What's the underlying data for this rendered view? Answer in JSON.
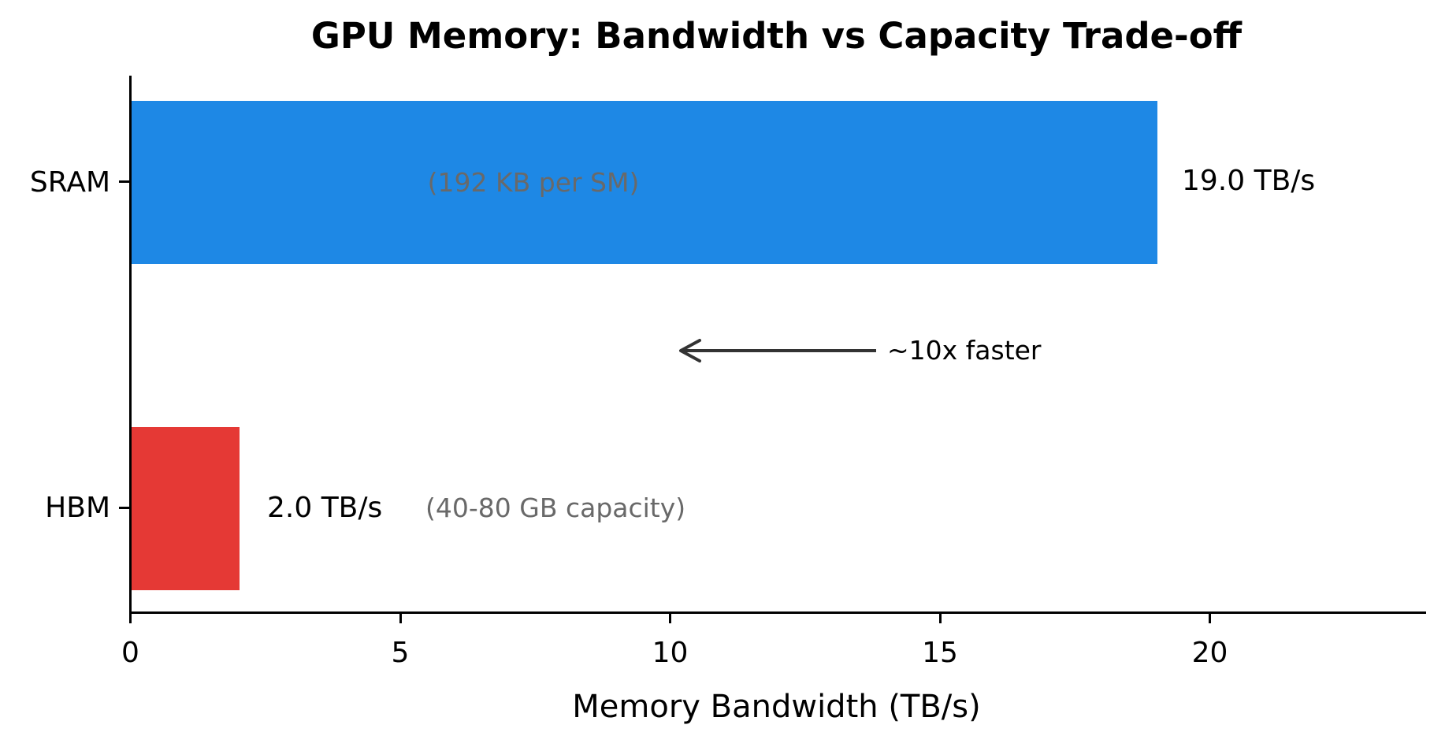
{
  "figure": {
    "background_color": "#ffffff",
    "text_color": "#000000"
  },
  "chart_data": {
    "type": "bar",
    "orientation": "horizontal",
    "title": "GPU Memory: Bandwidth vs Capacity Trade-off",
    "xlabel": "Memory Bandwidth (TB/s)",
    "categories": [
      "SRAM",
      "HBM"
    ],
    "values": [
      19.0,
      2.0
    ],
    "bar_colors": [
      "#1E88E5",
      "#E53935"
    ],
    "value_labels": [
      "19.0 TB/s",
      "2.0 TB/s"
    ],
    "bar_annotations": [
      "(192 KB per SM)",
      "(40-80 GB capacity)"
    ],
    "annotation_color": "#696969",
    "xticks": [
      0,
      5,
      10,
      15,
      20
    ],
    "xtick_labels": [
      "0",
      "5",
      "10",
      "15",
      "20"
    ],
    "xlim": [
      0,
      24
    ],
    "grid": false,
    "legend": "none",
    "arrow_annotation": {
      "label": "~10x faster",
      "direction": "left",
      "color": "#333333",
      "from_x": 13.8,
      "to_x": 10.2,
      "y_between_bars": true
    }
  }
}
